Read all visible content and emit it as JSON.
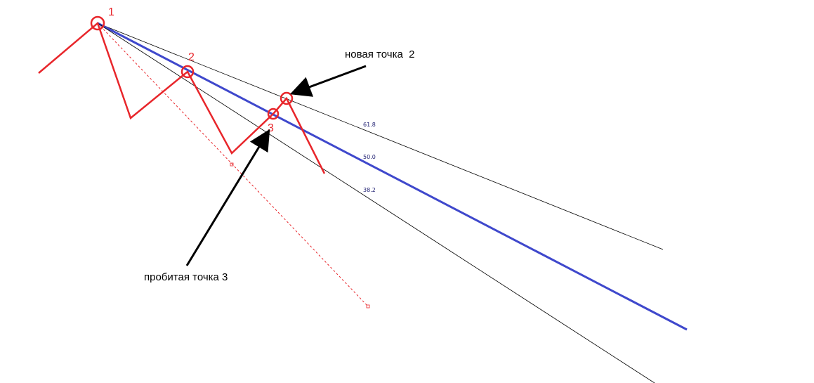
{
  "colors": {
    "zigzag": "#e8262b",
    "main_fan_line": "#3f48cc",
    "fan_line": "#000000",
    "fib_label": "#1a1a6e",
    "dashed": "#e8262b",
    "arrow": "#000000"
  },
  "points": {
    "p1": "1",
    "p2": "2",
    "p3": "3"
  },
  "fan_levels": {
    "level_618": "61.8",
    "level_500": "50.0",
    "level_382": "38.2"
  },
  "annotations": {
    "new_point": "новая точка  2",
    "broken_point": "пробитая точка 3"
  }
}
